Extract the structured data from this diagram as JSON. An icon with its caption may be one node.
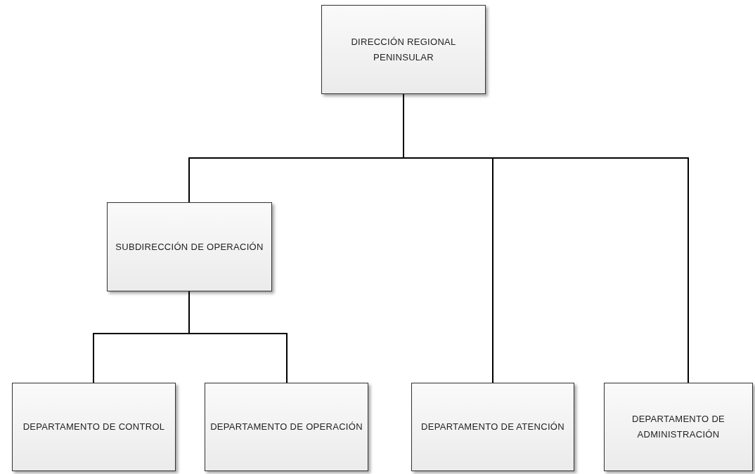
{
  "diagram": {
    "nodes": [
      {
        "text": [
          "DIRECCIÓN REGIONAL PENINSULAR"
        ]
      },
      {
        "text": [
          "SUBDIRECCIÓN DE OPERACIÓN"
        ]
      },
      {
        "text": [
          "DEPARTAMENTO DE CONTROL"
        ]
      },
      {
        "text": [
          "DEPARTAMENTO DE OPERACIÓN"
        ]
      },
      {
        "text": [
          "DEPARTAMENTO DE ATENCIÓN"
        ]
      },
      {
        "text": [
          "DEPARTAMENTO DE ADMINISTRACIÓN"
        ]
      }
    ],
    "edges": [
      {
        "from": 0,
        "to": 1,
        "arrow": "none"
      },
      {
        "from": 0,
        "to": 4,
        "arrow": "none"
      },
      {
        "from": 0,
        "to": 5,
        "arrow": "none"
      },
      {
        "from": 1,
        "to": 2,
        "arrow": "none"
      },
      {
        "from": 1,
        "to": 3,
        "arrow": "none"
      }
    ]
  }
}
